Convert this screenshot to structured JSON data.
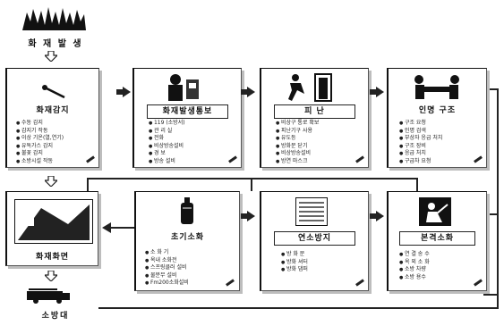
{
  "start": {
    "label": "화 재 발 생"
  },
  "left_column": {
    "detect": {
      "label": "화재감지"
    },
    "fire_panel": {
      "label": "화재화면"
    },
    "last": {
      "label": "소방대"
    }
  },
  "top_row": [
    {
      "label": "화재감지",
      "items": [
        "수동 감지",
        "감지기 작동",
        "이상 기온(열,연기)",
        "유독가스 감지",
        "불꽃 감지",
        "소방시설 작동"
      ]
    },
    {
      "label": "화재발생통보",
      "items": [
        "119 (소방서)",
        "관 리 실",
        "전화",
        "비상방송설비",
        "경 보",
        "방송 설비"
      ]
    },
    {
      "label": "피 난",
      "items": [
        "비상구 통로 확보",
        "피난기구 사용",
        "유도등",
        "방화문 닫기",
        "비상방송설비",
        "방연 마스크"
      ]
    },
    {
      "label": "인명 구조",
      "items": [
        "구조 요청",
        "인명 검색",
        "부상자 응급 처치",
        "구조 장비",
        "응급 처치",
        "구급차 요청"
      ]
    }
  ],
  "bottom_row": [
    {
      "label": "초기소화",
      "items": [
        "소 화 기",
        "옥내 소화전",
        "스프링클러 설비",
        "물분무 설비",
        "Fm200소화설비"
      ]
    },
    {
      "label": "연소방지",
      "items": [
        "방 화 문",
        "방화 셔터",
        "방화 댐퍼"
      ]
    },
    {
      "label": "본격소화",
      "items": [
        "연 결 송 수",
        "옥 외 소 화",
        "소방 차량",
        "소방 용수"
      ]
    }
  ]
}
